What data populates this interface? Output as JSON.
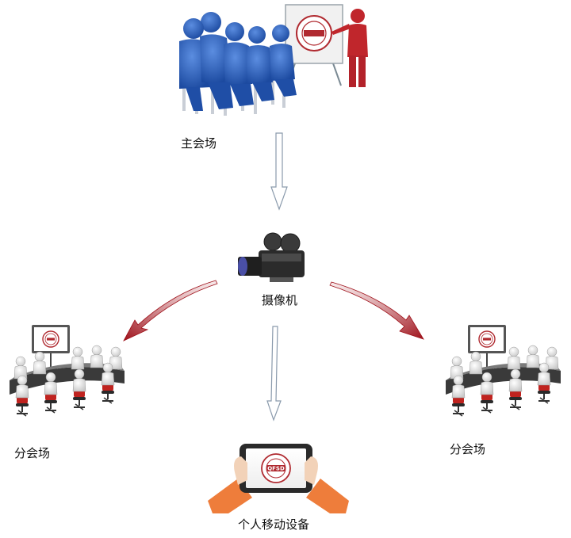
{
  "nodes": {
    "main_venue": {
      "label": "主会场",
      "icon": "presentation-audience-icon"
    },
    "camera": {
      "label": "摄像机",
      "icon": "video-camera-icon"
    },
    "branch_left": {
      "label": "分会场",
      "icon": "meeting-room-icon"
    },
    "branch_right": {
      "label": "分会场",
      "icon": "meeting-room-icon"
    },
    "mobile": {
      "label": "个人移动设备",
      "icon": "tablet-in-hands-icon"
    }
  },
  "logo_text": "QFSD",
  "colors": {
    "audience_blue": "#2a5db8",
    "presenter_red": "#c0262c",
    "arrow_red": "#a3151d",
    "arrow_outline_gray": "#8a9aac",
    "hand_orange": "#ee7d3b",
    "chair_red": "#b8231f"
  }
}
